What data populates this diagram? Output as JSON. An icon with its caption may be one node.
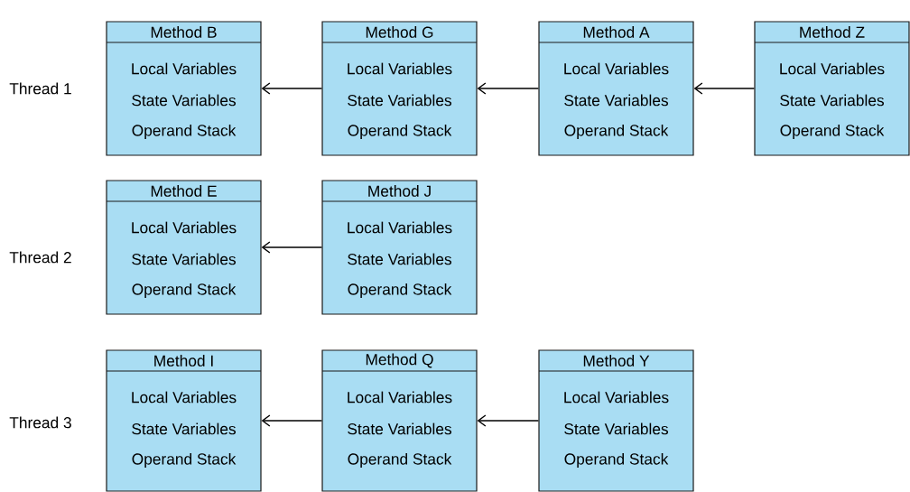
{
  "diagram": {
    "nodes": [
      {
        "text": [
          "Method B",
          "Local Variables",
          "State Variables",
          "Operand Stack"
        ]
      },
      {
        "text": [
          "Method G",
          "Local Variables",
          "State Variables",
          "Operand Stack"
        ]
      },
      {
        "text": [
          "Method A",
          "Local Variables",
          "State Variables",
          "Operand Stack"
        ]
      },
      {
        "text": [
          "Method Z",
          "Local Variables",
          "State Variables",
          "Operand Stack"
        ]
      },
      {
        "text": [
          "Method E",
          "Local Variables",
          "State Variables",
          "Operand Stack"
        ]
      },
      {
        "text": [
          "Method J",
          "Local Variables",
          "State Variables",
          "Operand Stack"
        ]
      },
      {
        "text": [
          "Method I",
          "Local Variables",
          "State Variables",
          "Operand Stack"
        ]
      },
      {
        "text": [
          "Method Q",
          "Local Variables",
          "State Variables",
          "Operand Stack"
        ]
      },
      {
        "text": [
          "Method Y",
          "Local Variables",
          "State Variables",
          "Operand Stack"
        ]
      }
    ],
    "edges": [
      {
        "from": 1,
        "to": 0,
        "arrow": "to"
      },
      {
        "from": 2,
        "to": 1,
        "arrow": "to"
      },
      {
        "from": 3,
        "to": 2,
        "arrow": "to"
      },
      {
        "from": 5,
        "to": 4,
        "arrow": "to"
      },
      {
        "from": 7,
        "to": 6,
        "arrow": "to"
      },
      {
        "from": 8,
        "to": 7,
        "arrow": "to"
      }
    ],
    "labels": [
      "Thread 1",
      "Thread 2",
      "Thread 3"
    ]
  }
}
